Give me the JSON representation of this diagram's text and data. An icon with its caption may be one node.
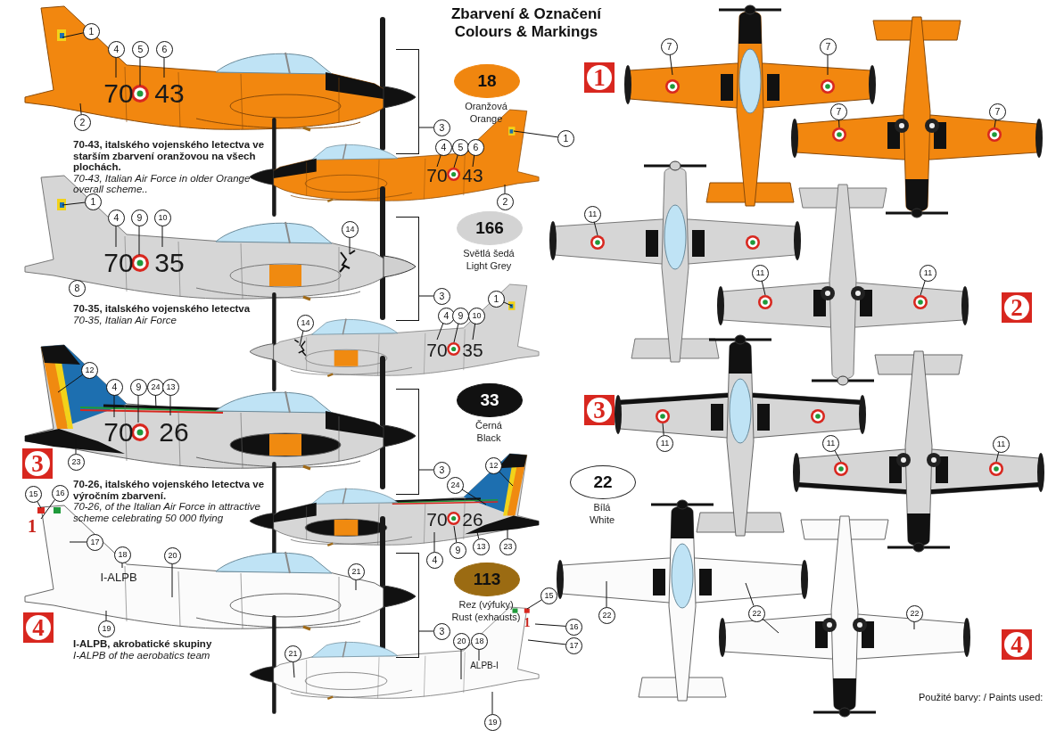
{
  "diagram": {
    "title": "Zbarvení & Označení Colours & Markings",
    "nodes": [
      {
        "text": [],
        "shape": "picture"
      },
      {
        "text": [],
        "shape": "picture"
      },
      {
        "text": [],
        "shape": "picture"
      },
      {
        "text": [],
        "shape": "picture"
      },
      {
        "text": [],
        "shape": "picture"
      },
      {
        "text": [],
        "shape": "picture"
      },
      {
        "text": [],
        "shape": "picture"
      },
      {
        "text": [],
        "shape": "picture"
      },
      {
        "text": [],
        "shape": "picture"
      },
      {
        "text": [],
        "shape": "picture"
      },
      {
        "text": [],
        "shape": "picture"
      },
      {
        "text": [],
        "shape": "picture"
      },
      {
        "text": [],
        "shape": "picture"
      },
      {
        "text": [],
        "shape": "picture"
      },
      {
        "text": [],
        "shape": "picture"
      },
      {
        "text": [],
        "shape": "picture"
      },
      {
        "text": [],
        "shape": "bracket"
      },
      {
        "text": [],
        "shape": "bracket"
      },
      {
        "text": [],
        "shape": "bracket"
      },
      {
        "text": [],
        "shape": "bracket"
      },
      {
        "text": [
          "1"
        ],
        "in": 0
      },
      {
        "text": [
          "4"
        ],
        "in": 0
      },
      {
        "text": [
          "5"
        ],
        "in": 0
      },
      {
        "text": [
          "6"
        ],
        "in": 0
      },
      {
        "text": [
          "2"
        ],
        "in": 0
      },
      {
        "text": [
          "3"
        ],
        "in": 1
      },
      {
        "text": [
          "4"
        ],
        "in": 1
      },
      {
        "text": [
          "5"
        ],
        "in": 1
      },
      {
        "text": [
          "6"
        ],
        "in": 1
      },
      {
        "text": [
          "1"
        ]
      },
      {
        "text": [
          "2"
        ],
        "in": 1
      },
      {
        "text": [
          "1"
        ],
        "in": 2
      },
      {
        "text": [
          "4"
        ],
        "in": 2
      },
      {
        "text": [
          "9"
        ],
        "in": 2
      },
      {
        "text": [
          "10"
        ],
        "in": 2
      },
      {
        "text": [
          "14"
        ],
        "in": 2
      },
      {
        "text": [
          "8"
        ],
        "in": 2
      },
      {
        "text": [
          "3"
        ],
        "in": 3
      },
      {
        "text": [
          "1"
        ],
        "in": 3
      },
      {
        "text": [
          "4"
        ],
        "in": 3
      },
      {
        "text": [
          "9"
        ],
        "in": 3
      },
      {
        "text": [
          "10"
        ],
        "in": 3
      },
      {
        "text": [
          "14"
        ],
        "in": 3
      },
      {
        "text": [
          "12"
        ],
        "in": 4
      },
      {
        "text": [
          "4"
        ],
        "in": 4
      },
      {
        "text": [
          "9"
        ],
        "in": 4
      },
      {
        "text": [
          "24"
        ],
        "in": 4
      },
      {
        "text": [
          "13"
        ],
        "in": 4
      },
      {
        "text": [
          "23"
        ],
        "in": 4
      },
      {
        "text": [
          "3"
        ],
        "in": 5
      },
      {
        "text": [
          "12"
        ],
        "in": 5
      },
      {
        "text": [
          "24"
        ],
        "in": 5
      },
      {
        "text": [
          "4"
        ]
      },
      {
        "text": [
          "9"
        ]
      },
      {
        "text": [
          "13"
        ],
        "in": 5
      },
      {
        "text": [
          "23"
        ],
        "in": 5
      },
      {
        "text": [
          "15"
        ]
      },
      {
        "text": [
          "16"
        ]
      },
      {
        "text": [
          "17"
        ],
        "in": 6
      },
      {
        "text": [
          "18"
        ],
        "in": 6
      },
      {
        "text": [
          "20"
        ],
        "in": 6
      },
      {
        "text": [
          "21"
        ],
        "in": 6
      },
      {
        "text": [
          "19"
        ],
        "in": 6
      },
      {
        "text": [
          "3"
        ],
        "in": 7
      },
      {
        "text": [
          "21"
        ],
        "in": 7
      },
      {
        "text": [
          "20"
        ],
        "in": 7
      },
      {
        "text": [
          "18"
        ],
        "in": 7
      },
      {
        "text": [
          "15"
        ]
      },
      {
        "text": [
          "16"
        ],
        "in": 14
      },
      {
        "text": [
          "17"
        ],
        "in": 14
      },
      {
        "text": [
          "19"
        ]
      },
      {
        "text": [
          "7"
        ],
        "in": 8
      },
      {
        "text": [
          "7"
        ]
      },
      {
        "text": [
          "7"
        ]
      },
      {
        "text": [
          "7"
        ],
        "in": 9
      },
      {
        "text": [
          "11"
        ],
        "in": 10
      },
      {
        "text": [
          "11"
        ]
      },
      {
        "text": [
          "11"
        ],
        "in": 11
      },
      {
        "text": [
          "11"
        ],
        "in": 12
      },
      {
        "text": [
          "11"
        ]
      },
      {
        "text": [
          "11"
        ],
        "in": 13
      },
      {
        "text": [
          "22"
        ],
        "in": 14
      },
      {
        "text": [
          "22"
        ]
      },
      {
        "text": [
          "22"
        ],
        "in": 15
      },
      {
        "text": [
          "1"
        ]
      },
      {
        "text": [
          "2"
        ]
      },
      {
        "text": [
          "3"
        ]
      },
      {
        "text": [
          "3"
        ]
      },
      {
        "text": [
          "4"
        ]
      },
      {
        "text": [
          "4"
        ]
      },
      {
        "text": [
          "18"
        ],
        "beside": [
          "Oranžová",
          "Orange"
        ]
      },
      {
        "text": [
          "166"
        ],
        "beside": [
          "Světlá šedá",
          "Light Grey"
        ]
      },
      {
        "text": [
          "33"
        ],
        "beside": [
          "Černá",
          "Black"
        ]
      },
      {
        "text": [
          "22"
        ],
        "beside": [
          "Bílá",
          "White"
        ]
      },
      {
        "text": [
          "113"
        ],
        "beside": [
          "Rez (výfuky)",
          "Rust (exhausts)"
        ]
      }
    ],
    "edges": [
      {
        "from": 20,
        "to": 0,
        "arrow": "none"
      },
      {
        "from": 21,
        "to": 0,
        "arrow": "none"
      },
      {
        "from": 22,
        "to": 0,
        "arrow": "none"
      },
      {
        "from": 23,
        "to": 0,
        "arrow": "none"
      },
      {
        "from": 24,
        "to": 0,
        "arrow": "none"
      },
      {
        "from": 25,
        "to": 16,
        "arrow": "none"
      },
      {
        "from": 26,
        "to": 1,
        "arrow": "none"
      },
      {
        "from": 27,
        "to": 1,
        "arrow": "none"
      },
      {
        "from": 28,
        "to": 1,
        "arrow": "none"
      },
      {
        "from": 29,
        "to": 1,
        "arrow": "none"
      },
      {
        "from": 30,
        "to": 1,
        "arrow": "none"
      },
      {
        "from": 31,
        "to": 2,
        "arrow": "none"
      },
      {
        "from": 32,
        "to": 2,
        "arrow": "none"
      },
      {
        "from": 33,
        "to": 2,
        "arrow": "none"
      },
      {
        "from": 34,
        "to": 2,
        "arrow": "none"
      },
      {
        "from": 35,
        "to": 2,
        "arrow": "none"
      },
      {
        "from": 37,
        "to": 17,
        "arrow": "none"
      },
      {
        "from": 38,
        "to": 3,
        "arrow": "none"
      },
      {
        "from": 39,
        "to": 3,
        "arrow": "none"
      },
      {
        "from": 40,
        "to": 3,
        "arrow": "none"
      },
      {
        "from": 41,
        "to": 3,
        "arrow": "none"
      },
      {
        "from": 42,
        "to": 3,
        "arrow": "none"
      },
      {
        "from": 43,
        "to": 4,
        "arrow": "none"
      },
      {
        "from": 44,
        "to": 4,
        "arrow": "none"
      },
      {
        "from": 45,
        "to": 4,
        "arrow": "none"
      },
      {
        "from": 46,
        "to": 4,
        "arrow": "none"
      },
      {
        "from": 47,
        "to": 4,
        "arrow": "none"
      },
      {
        "from": 48,
        "to": 4,
        "arrow": "none"
      },
      {
        "from": 49,
        "to": 18,
        "arrow": "none"
      },
      {
        "from": 50,
        "to": 5,
        "arrow": "none"
      },
      {
        "from": 51,
        "to": 5,
        "arrow": "none"
      },
      {
        "from": 52,
        "to": 5,
        "arrow": "none"
      },
      {
        "from": 53,
        "to": 5,
        "arrow": "none"
      },
      {
        "from": 54,
        "to": 5,
        "arrow": "none"
      },
      {
        "from": 55,
        "to": 5,
        "arrow": "none"
      },
      {
        "from": 56,
        "to": 6,
        "arrow": "none"
      },
      {
        "from": 57,
        "to": 6,
        "arrow": "none"
      },
      {
        "from": 58,
        "to": 6,
        "arrow": "none"
      },
      {
        "from": 59,
        "to": 6,
        "arrow": "none"
      },
      {
        "from": 60,
        "to": 6,
        "arrow": "none"
      },
      {
        "from": 61,
        "to": 6,
        "arrow": "none"
      },
      {
        "from": 62,
        "to": 6,
        "arrow": "none"
      },
      {
        "from": 63,
        "to": 19,
        "arrow": "none"
      },
      {
        "from": 64,
        "to": 7,
        "arrow": "none"
      },
      {
        "from": 65,
        "to": 7,
        "arrow": "none"
      },
      {
        "from": 66,
        "to": 7,
        "arrow": "none"
      },
      {
        "from": 67,
        "to": 7,
        "arrow": "none"
      },
      {
        "from": 68,
        "to": 7,
        "arrow": "none"
      },
      {
        "from": 69,
        "to": 7,
        "arrow": "none"
      },
      {
        "from": 70,
        "to": 7,
        "arrow": "none"
      },
      {
        "from": 71,
        "to": 8,
        "arrow": "none"
      },
      {
        "from": 72,
        "to": 8,
        "arrow": "none"
      },
      {
        "from": 73,
        "to": 9,
        "arrow": "none"
      },
      {
        "from": 74,
        "to": 9,
        "arrow": "none"
      },
      {
        "from": 75,
        "to": 10,
        "arrow": "none"
      },
      {
        "from": 76,
        "to": 11,
        "arrow": "none"
      },
      {
        "from": 77,
        "to": 11,
        "arrow": "none"
      },
      {
        "from": 78,
        "to": 12,
        "arrow": "none"
      },
      {
        "from": 79,
        "to": 13,
        "arrow": "none"
      },
      {
        "from": 80,
        "to": 13,
        "arrow": "none"
      },
      {
        "from": 81,
        "to": 14,
        "arrow": "none"
      },
      {
        "from": 82,
        "to": 14,
        "arrow": "none"
      },
      {
        "from": 82,
        "to": 15,
        "arrow": "none"
      },
      {
        "from": 83,
        "to": 15,
        "arrow": "none"
      }
    ],
    "labels": [
      "70",
      "43",
      "70",
      "43",
      "70-43, italského vojenského letectva ve starším zbarvení oranžovou na všech plochách.",
      "70-43, Italian Air Force in older Orange overall scheme..",
      "70",
      "35",
      "70",
      "35",
      "70-35, italského vojenského letectva",
      "70-35, Italian Air Force",
      "70",
      "26",
      "70",
      "26",
      "70-26, italského vojenského letectva ve výročním zbarvení.",
      "70-26, of the Italian Air Force in attractive scheme celebrating 50 000 flying",
      "I-ALPB",
      "ALPB-I",
      "I-ALPB, akrobatické skupiny",
      "I-ALPB of the aerobatics team",
      "Použité barvy: / Paints used:",
      "1",
      "1"
    ]
  }
}
